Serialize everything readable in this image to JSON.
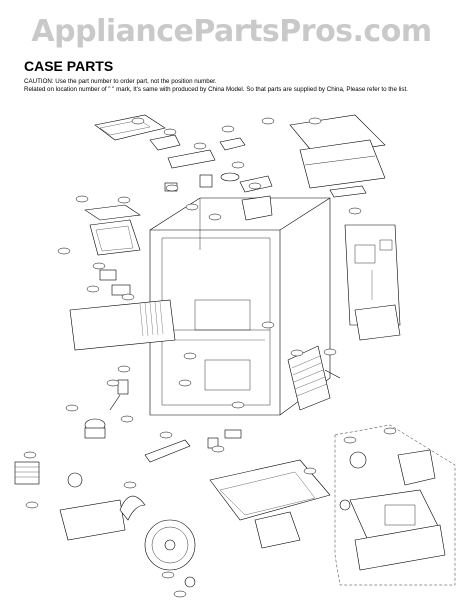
{
  "watermark": "AppliancePartsPros.com",
  "title": "CASE PARTS",
  "caution_line1": "CAUTION: Use the part number to order part, not the position number.",
  "caution_line2": "Related on location number of \" \" mark, It's same with produced by China Model. So that parts are supplied by China, Please refer to the list.",
  "colors": {
    "line": "#000000",
    "watermark": "#c9c9c9",
    "background": "#ffffff"
  }
}
